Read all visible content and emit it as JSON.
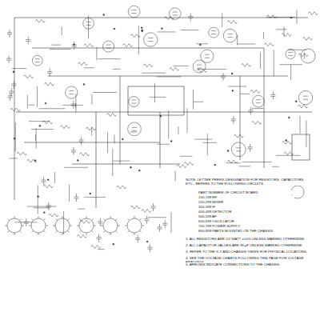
{
  "diagram": {
    "labels": [
      "NOTE: LETTER PREFIX DESIGNATION FOR RESISTORS, CAPACITORS, ETC., REFERS TO THE FOLLOWING CIRCUITS:",
      "PART NUMBER OF CIRCUIT BOARD",
      "100-199 RF",
      "200-299 MIXER",
      "300-399 IF",
      "400-499 DETECTOR",
      "500-599 AF",
      "600-699 OSCILLATOR",
      "700-799 POWER SUPPLY",
      "800-899 PARTS MOUNTED ON THE CHASSIS",
      "1. ALL RESISTORS ARE 1/2 WATT ±10% UNLESS MARKED OTHERWISE.",
      "2. ALL CAPACITOR VALUES ARE IN µF UNLESS MARKED OTHERWISE.",
      "3. REFER TO THE X-Y AND CHASSIS VIEWS FOR PHYSICAL LOCATIONS.",
      "4. SEE THE VOLTAGE CHARTS FOLLOWING THIS PAGE FOR VOLTAGE READINGS.",
      "5. ARROWS INDICATE CONNECTIONS TO THE CHASSIS."
    ]
  }
}
